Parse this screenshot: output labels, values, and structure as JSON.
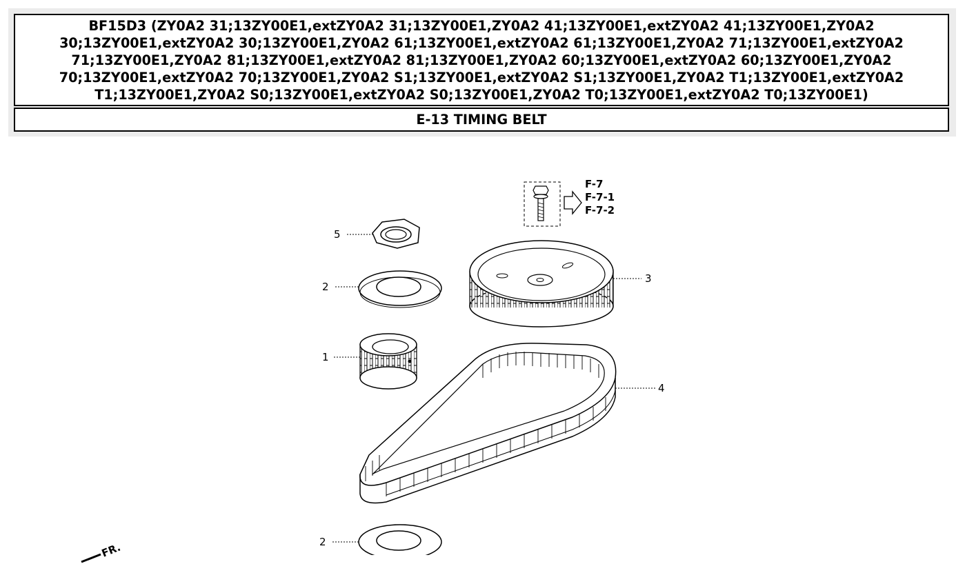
{
  "header": {
    "title": "BF15D3 (ZY0A2 31;13ZY00E1,extZY0A2 31;13ZY00E1,ZY0A2 41;13ZY00E1,extZY0A2 41;13ZY00E1,ZY0A2 30;13ZY00E1,extZY0A2 30;13ZY00E1,ZY0A2 61;13ZY00E1,extZY0A2 61;13ZY00E1,ZY0A2 71;13ZY00E1,extZY0A2 71;13ZY00E1,ZY0A2 81;13ZY00E1,extZY0A2 81;13ZY00E1,ZY0A2 60;13ZY00E1,extZY0A2 60;13ZY00E1,ZY0A2 70;13ZY00E1,extZY0A2 70;13ZY00E1,ZY0A2 S1;13ZY00E1,extZY0A2 S1;13ZY00E1,ZY0A2 T1;13ZY00E1,extZY0A2 T1;13ZY00E1,ZY0A2 S0;13ZY00E1,extZY0A2 S0;13ZY00E1,ZY0A2 T0;13ZY00E1,extZY0A2 T0;13ZY00E1)",
    "section": "E-13 TIMING BELT"
  },
  "diagram": {
    "refs": [
      "F-7",
      "F-7-1",
      "F-7-2"
    ],
    "callouts": {
      "nut": "5",
      "washer_top": "2",
      "drive_pulley": "1",
      "driven_pulley": "3",
      "belt": "4",
      "washer_bottom": "2"
    },
    "fr_mark": "FR."
  }
}
